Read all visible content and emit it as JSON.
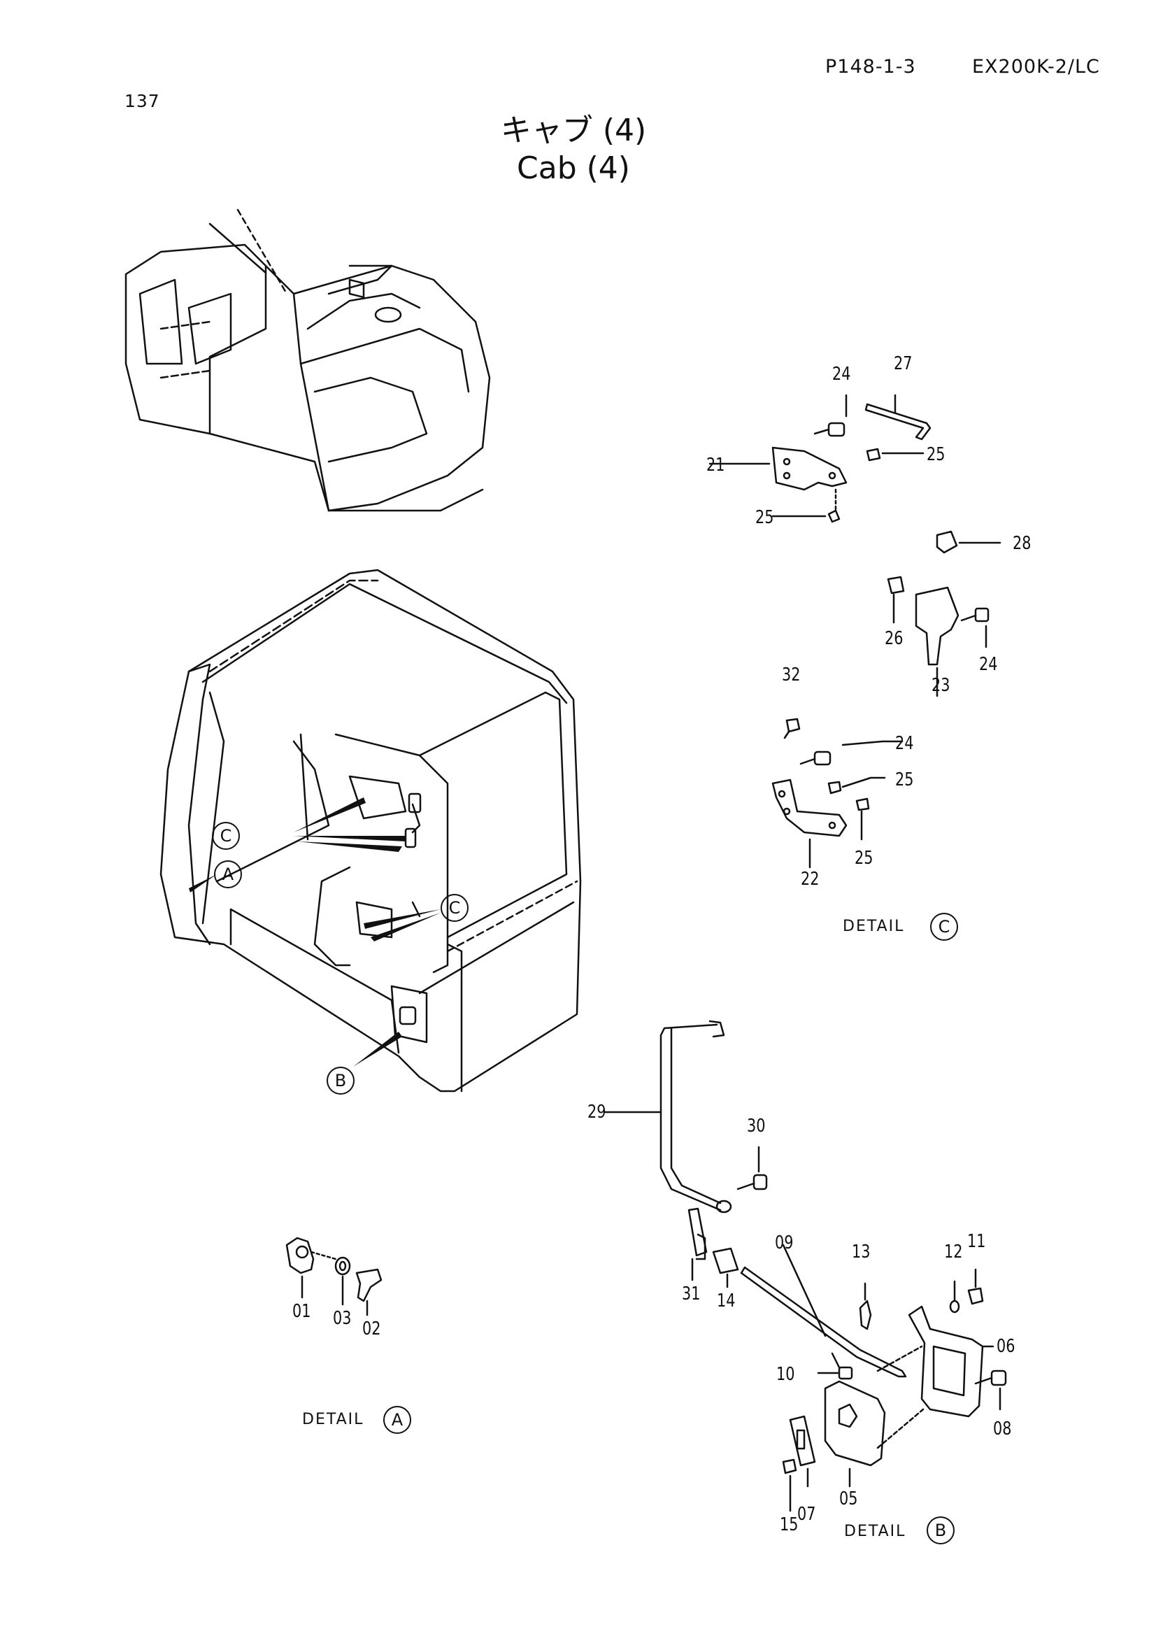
{
  "header": {
    "page_code": "P148-1-3",
    "model": "EX200K-2/LC",
    "page_number": "137"
  },
  "title": {
    "japanese": "キャブ (4)",
    "english": "Cab (4)"
  },
  "overview_callouts": [
    "A",
    "B",
    "C",
    "C"
  ],
  "detail_c": {
    "caption": "DETAIL",
    "letter": "C",
    "parts": [
      "24",
      "27",
      "21",
      "25",
      "25",
      "28",
      "26",
      "24",
      "23",
      "32",
      "24",
      "25",
      "22",
      "25"
    ]
  },
  "detail_a": {
    "caption": "DETAIL",
    "letter": "A",
    "parts": [
      "01",
      "03",
      "02"
    ]
  },
  "detail_b": {
    "caption": "DETAIL",
    "letter": "B",
    "parts": [
      "29",
      "30",
      "09",
      "13",
      "12",
      "11",
      "31",
      "14",
      "06",
      "10",
      "08",
      "05",
      "07",
      "15"
    ]
  }
}
